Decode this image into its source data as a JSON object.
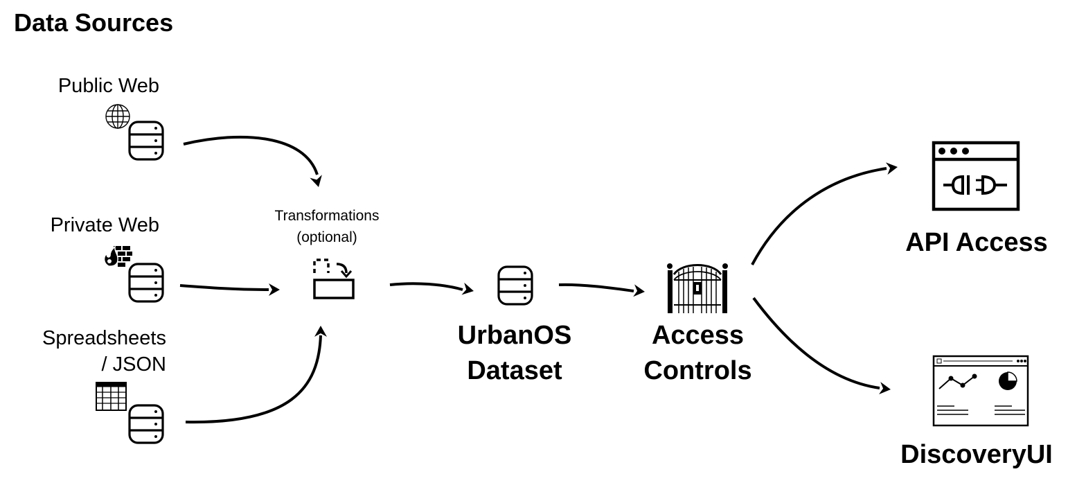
{
  "title": "Data Sources",
  "sources": [
    {
      "label": "Public Web"
    },
    {
      "label": "Private Web"
    },
    {
      "label_line1": "Spreadsheets",
      "label_line2": "/ JSON"
    }
  ],
  "transform": {
    "line1": "Transformations",
    "line2": "(optional)"
  },
  "dataset": {
    "line1": "UrbanOS",
    "line2": "Dataset"
  },
  "access": {
    "line1": "Access",
    "line2": "Controls"
  },
  "api": {
    "label": "API Access"
  },
  "discovery": {
    "label": "DiscoveryUI"
  },
  "icons": [
    "globe-icon",
    "firewall-icon",
    "spreadsheet-icon",
    "database-icon",
    "transform-icon",
    "gate-icon",
    "api-plug-icon",
    "dashboard-icon"
  ]
}
